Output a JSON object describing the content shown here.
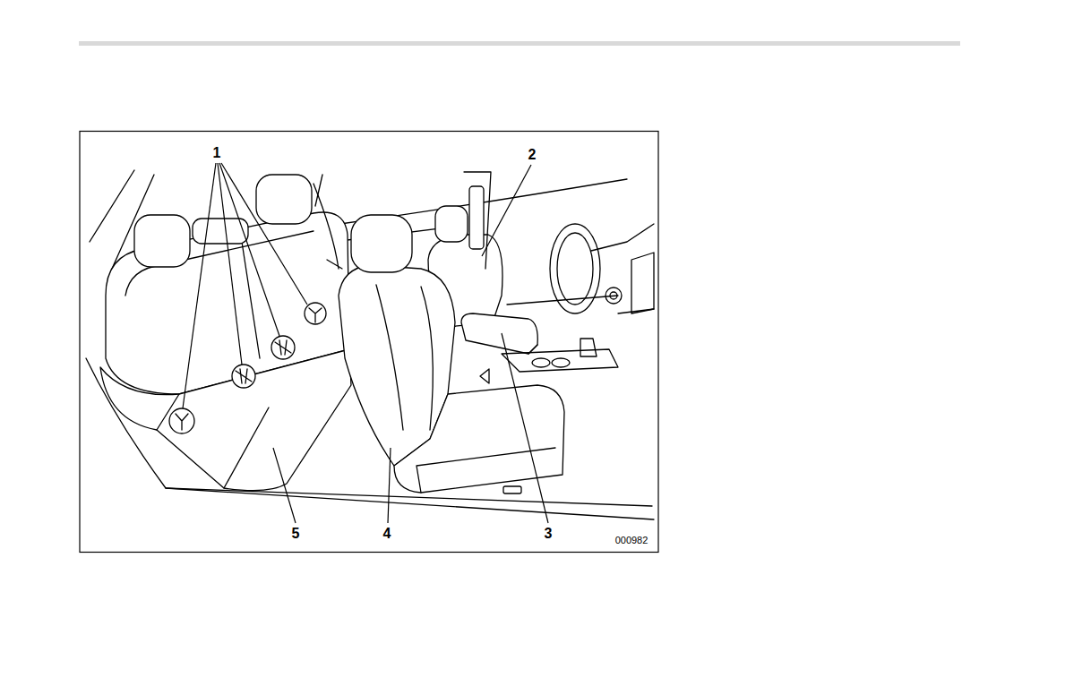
{
  "diagram": {
    "labels": [
      "1",
      "2",
      "3",
      "4",
      "5",
      "000982"
    ]
  }
}
